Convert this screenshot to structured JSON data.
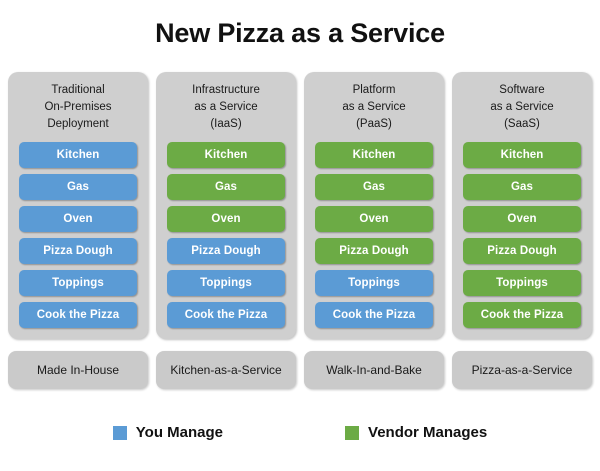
{
  "title": "New Pizza as a Service",
  "chart_data": {
    "type": "table",
    "title": "New Pizza as a Service",
    "rows": [
      "Kitchen",
      "Gas",
      "Oven",
      "Pizza Dough",
      "Toppings",
      "Cook the Pizza"
    ],
    "categories": [
      "Traditional On-Premises Deployment",
      "Infrastructure as a Service (IaaS)",
      "Platform as a Service (PaaS)",
      "Software as a Service (SaaS)"
    ],
    "legend": [
      "You Manage",
      "Vendor Manages"
    ],
    "values": [
      [
        "You Manage",
        "You Manage",
        "You Manage",
        "You Manage",
        "You Manage",
        "You Manage"
      ],
      [
        "Vendor Manages",
        "Vendor Manages",
        "Vendor Manages",
        "You Manage",
        "You Manage",
        "You Manage"
      ],
      [
        "Vendor Manages",
        "Vendor Manages",
        "Vendor Manages",
        "Vendor Manages",
        "You Manage",
        "You Manage"
      ],
      [
        "Vendor Manages",
        "Vendor Manages",
        "Vendor Manages",
        "Vendor Manages",
        "Vendor Manages",
        "Vendor Manages"
      ]
    ]
  },
  "colors": {
    "you_manage": "#5b9bd5",
    "vendor_manages": "#6cab45",
    "card_background": "#cfcfcf",
    "footer_background": "#cacaca"
  },
  "columns": [
    {
      "header_lines": [
        "Traditional",
        "On-Premises",
        "Deployment"
      ],
      "items": [
        {
          "label": "Kitchen",
          "owner": "you"
        },
        {
          "label": "Gas",
          "owner": "you"
        },
        {
          "label": "Oven",
          "owner": "you"
        },
        {
          "label": "Pizza Dough",
          "owner": "you"
        },
        {
          "label": "Toppings",
          "owner": "you"
        },
        {
          "label": "Cook the Pizza",
          "owner": "you"
        }
      ],
      "footer": "Made In-House"
    },
    {
      "header_lines": [
        "Infrastructure",
        "as a Service",
        "(IaaS)"
      ],
      "items": [
        {
          "label": "Kitchen",
          "owner": "vendor"
        },
        {
          "label": "Gas",
          "owner": "vendor"
        },
        {
          "label": "Oven",
          "owner": "vendor"
        },
        {
          "label": "Pizza Dough",
          "owner": "you"
        },
        {
          "label": "Toppings",
          "owner": "you"
        },
        {
          "label": "Cook the Pizza",
          "owner": "you"
        }
      ],
      "footer": "Kitchen-as-a-Service"
    },
    {
      "header_lines": [
        "Platform",
        "as a Service",
        "(PaaS)"
      ],
      "items": [
        {
          "label": "Kitchen",
          "owner": "vendor"
        },
        {
          "label": "Gas",
          "owner": "vendor"
        },
        {
          "label": "Oven",
          "owner": "vendor"
        },
        {
          "label": "Pizza Dough",
          "owner": "vendor"
        },
        {
          "label": "Toppings",
          "owner": "you"
        },
        {
          "label": "Cook the Pizza",
          "owner": "you"
        }
      ],
      "footer": "Walk-In-and-Bake"
    },
    {
      "header_lines": [
        "Software",
        "as a Service",
        "(SaaS)"
      ],
      "items": [
        {
          "label": "Kitchen",
          "owner": "vendor"
        },
        {
          "label": "Gas",
          "owner": "vendor"
        },
        {
          "label": "Oven",
          "owner": "vendor"
        },
        {
          "label": "Pizza Dough",
          "owner": "vendor"
        },
        {
          "label": "Toppings",
          "owner": "vendor"
        },
        {
          "label": "Cook the Pizza",
          "owner": "vendor"
        }
      ],
      "footer": "Pizza-as-a-Service"
    }
  ],
  "legend": [
    {
      "swatch": "you",
      "label": "You Manage"
    },
    {
      "swatch": "vendor",
      "label": "Vendor Manages"
    }
  ]
}
